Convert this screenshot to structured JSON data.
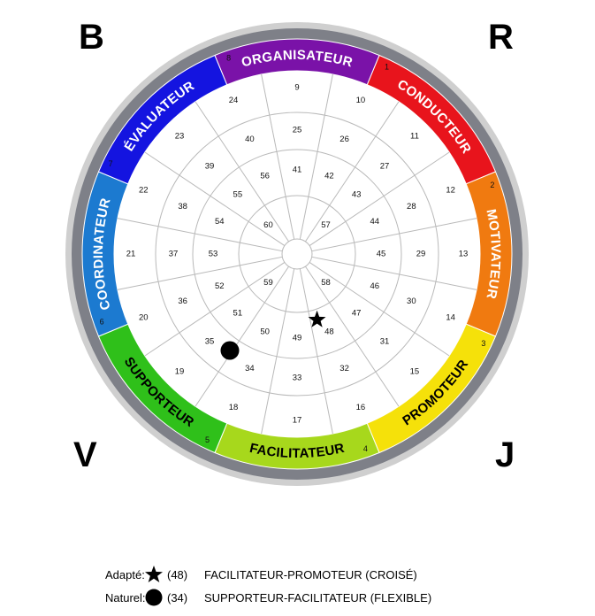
{
  "corners": {
    "top_left": "B",
    "top_right": "R",
    "bottom_left": "V",
    "bottom_right": "J"
  },
  "segments": [
    {
      "index": "1",
      "label": "CONDUCTEUR",
      "color": "#e8141c"
    },
    {
      "index": "2",
      "label": "MOTIVATEUR",
      "color": "#f07a10"
    },
    {
      "index": "3",
      "label": "PROMOTEUR",
      "color": "#f5e10a"
    },
    {
      "index": "4",
      "label": "FACILITATEUR",
      "color": "#a7d81c"
    },
    {
      "index": "5",
      "label": "SUPPORTEUR",
      "color": "#2fc01a"
    },
    {
      "index": "6",
      "label": "COORDINATEUR",
      "color": "#1c7ad0"
    },
    {
      "index": "7",
      "label": "ÉVALUATEUR",
      "color": "#1414e0"
    },
    {
      "index": "8",
      "label": "ORGANISATEUR",
      "color": "#7a12a8"
    }
  ],
  "ring_numbers": [
    [
      "9",
      "10",
      "11",
      "12",
      "13",
      "14",
      "15",
      "16",
      "17",
      "18",
      "19",
      "20",
      "21",
      "22",
      "23",
      "24"
    ],
    [
      "25",
      "26",
      "27",
      "28",
      "29",
      "30",
      "31",
      "32",
      "33",
      "34",
      "35",
      "36",
      "37",
      "38",
      "39",
      "40"
    ],
    [
      "41",
      "42",
      "43",
      "44",
      "45",
      "46",
      "47",
      "48",
      "49",
      "50",
      "51",
      "52",
      "53",
      "54",
      "55",
      "56"
    ],
    [
      "57",
      "58",
      "59",
      "60"
    ]
  ],
  "markers": {
    "adapted": {
      "position": "48",
      "symbol": "star"
    },
    "natural": {
      "position": "34",
      "symbol": "circle"
    }
  },
  "legend": [
    {
      "label": "Adapté:",
      "icon": "star",
      "count": "(48)",
      "description": "FACILITATEUR-PROMOTEUR (CROISÉ)"
    },
    {
      "label": "Naturel:",
      "icon": "circle",
      "count": "(34)",
      "description": "SUPPORTEUR-FACILITATEUR (FLEXIBLE)"
    }
  ]
}
